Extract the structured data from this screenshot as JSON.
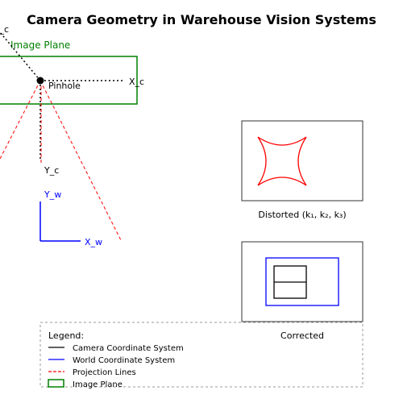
{
  "title": "Camera Geometry in Warehouse Vision Systems",
  "camera_axes": {
    "z_label": "Z_c",
    "x_label": "X_c",
    "y_label": "Y_c",
    "origin_label": "Pinhole"
  },
  "world_axes": {
    "x_label": "X_w",
    "y_label": "Y_w"
  },
  "image_plane_label": "Image Plane",
  "distorted_panel": {
    "caption": "Distorted (k₁, k₂, k₃)"
  },
  "corrected_panel": {
    "caption": "Corrected"
  },
  "legend": {
    "heading": "Legend:",
    "items": [
      {
        "label": "Camera Coordinate System",
        "color": "#000000",
        "style": "solid-line"
      },
      {
        "label": "World Coordinate System",
        "color": "#0000ff",
        "style": "solid-line"
      },
      {
        "label": "Projection Lines",
        "color": "#ff0000",
        "style": "dashed-line"
      },
      {
        "label": "Image Plane",
        "color": "#008000",
        "style": "box"
      }
    ]
  },
  "colors": {
    "camera": "#000000",
    "world": "#0000ff",
    "projection": "#ff0000",
    "image_plane": "#008000",
    "panel_border": "#333333",
    "legend_border": "#999999"
  }
}
